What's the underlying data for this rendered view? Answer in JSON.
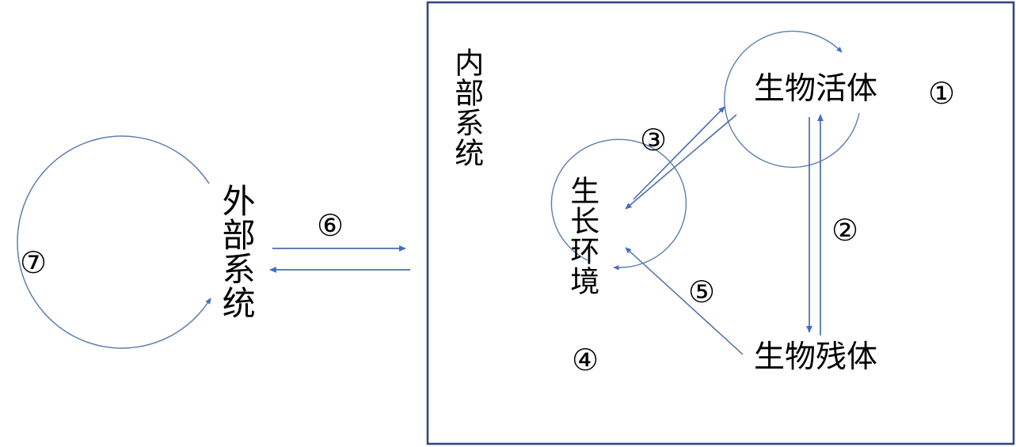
{
  "diagram": {
    "title_hidden": "",
    "colors": {
      "box_border": "#2E4A7D",
      "curve_stroke": "#5B7FAE",
      "arrow_fill": "#3F6EC4",
      "text": "#000000",
      "background": "#FFFFFF"
    },
    "boundary_box": {
      "name": "internal-system-box",
      "label": "内部系统"
    },
    "nodes": [
      {
        "id": "external-system",
        "label": "外部系统",
        "orientation": "vertical"
      },
      {
        "id": "internal-system",
        "label": "内部系统",
        "orientation": "vertical"
      },
      {
        "id": "living-organism",
        "label": "生物活体",
        "orientation": "horizontal"
      },
      {
        "id": "growth-environment",
        "label": "生长环境",
        "orientation": "vertical"
      },
      {
        "id": "biological-remains",
        "label": "生物残体",
        "orientation": "horizontal"
      }
    ],
    "relations": [
      {
        "marker": "①",
        "name": "self-loop-living-organism",
        "from": "living-organism",
        "to": "living-organism",
        "style": "self-loop-circle"
      },
      {
        "marker": "②",
        "name": "link-living-organism-remains",
        "from": "living-organism",
        "to": "biological-remains",
        "style": "bidirectional-vertical"
      },
      {
        "marker": "③",
        "name": "link-growth-environment-living-organism",
        "from": "growth-environment",
        "to": "living-organism",
        "style": "bidirectional-diagonal"
      },
      {
        "marker": "④",
        "name": "self-loop-growth-environment",
        "from": "growth-environment",
        "to": "growth-environment",
        "style": "self-loop-circle"
      },
      {
        "marker": "⑤",
        "name": "link-remains-growth-environment",
        "from": "biological-remains",
        "to": "growth-environment",
        "style": "single-diagonal"
      },
      {
        "marker": "⑥",
        "name": "link-external-internal",
        "from": "external-system",
        "to": "internal-system",
        "style": "bidirectional-horizontal"
      },
      {
        "marker": "⑦",
        "name": "self-loop-external-system",
        "from": "external-system",
        "to": "external-system",
        "style": "self-loop-circle"
      }
    ],
    "markers": {
      "one": "①",
      "two": "②",
      "three": "③",
      "four": "④",
      "five": "⑤",
      "six": "⑥",
      "seven": "⑦"
    }
  }
}
